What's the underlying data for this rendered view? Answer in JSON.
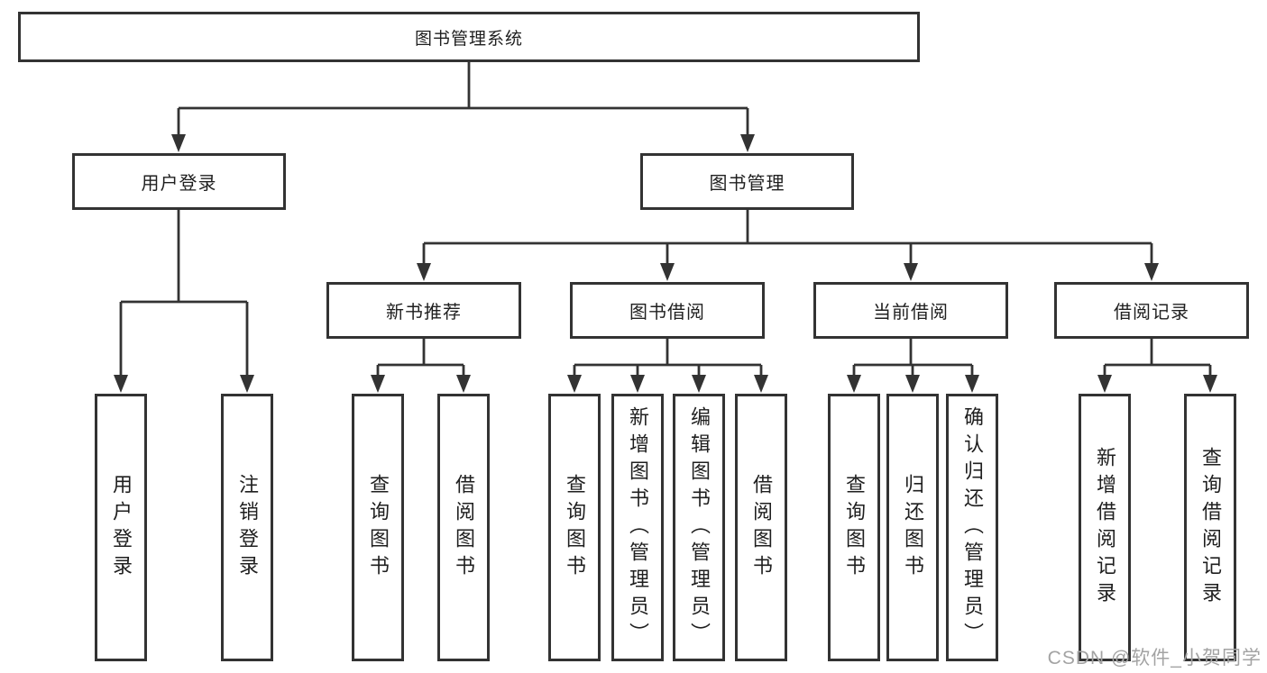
{
  "colors": {
    "line": "#333333",
    "box_border": "#333333",
    "text": "#1f1f1f",
    "watermark": "#a3a3a3",
    "background": "#ffffff"
  },
  "watermark": {
    "text": "CSDN @软件_小贺同学"
  },
  "diagram": {
    "type": "tree",
    "root": {
      "label": "图书管理系统"
    },
    "branches": [
      {
        "label": "用户登录",
        "children": [
          {
            "label": "用户登录"
          },
          {
            "label": "注销登录"
          }
        ]
      },
      {
        "label": "图书管理",
        "children": [
          {
            "label": "新书推荐",
            "children": [
              {
                "label": "查询图书"
              },
              {
                "label": "借阅图书"
              }
            ]
          },
          {
            "label": "图书借阅",
            "children": [
              {
                "label": "查询图书"
              },
              {
                "label": "新增图书（管理员）"
              },
              {
                "label": "编辑图书（管理员）"
              },
              {
                "label": "借阅图书"
              }
            ]
          },
          {
            "label": "当前借阅",
            "children": [
              {
                "label": "查询图书"
              },
              {
                "label": "归还图书"
              },
              {
                "label": "确认归还（管理员）"
              }
            ]
          },
          {
            "label": "借阅记录",
            "children": [
              {
                "label": "新增借阅记录"
              },
              {
                "label": "查询借阅记录"
              }
            ]
          }
        ]
      }
    ]
  }
}
